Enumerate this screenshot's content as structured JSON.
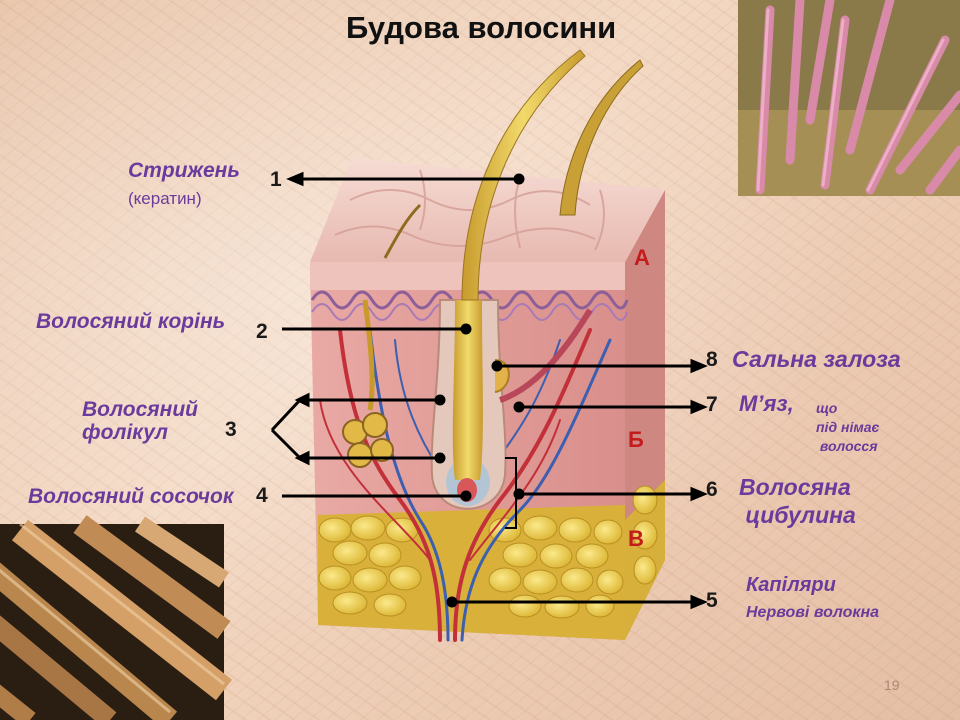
{
  "title": "Будова волосини",
  "labels": {
    "shaft": "Стрижень",
    "shaft_sub": "(кератин)",
    "root": "Волосяний  корінь",
    "follicle": "Волосяний\nфолікул",
    "papilla": "Волосяний сосочок",
    "sebaceous": "Сальна залоза",
    "muscle": "М’яз,",
    "muscle_small": "що\nпід німає\n волосся",
    "bulb": "Волосяна\n цибулина",
    "capillaries": "Капіляри",
    "nerves": "Нервові волокна"
  },
  "numbers": {
    "n1": "1",
    "n2": "2",
    "n3": "3",
    "n4": "4",
    "n5": "5",
    "n6": "6",
    "n7": "7",
    "n8": "8"
  },
  "zones": {
    "a": "А",
    "b": "Б",
    "c": "В"
  },
  "page_number": "19",
  "colors": {
    "label": "#6a3b9c",
    "zone": "#c41c1c",
    "skin_top": "#f0c9c0",
    "dermis": "#e8a9a4",
    "fat": "#e8c84a",
    "hair": "#e2c54a",
    "vessel_red": "#c2303a",
    "vessel_blue": "#3d5fb0"
  },
  "photos": [
    "hair-on-skin-micrograph",
    "hair-strands-micrograph"
  ]
}
